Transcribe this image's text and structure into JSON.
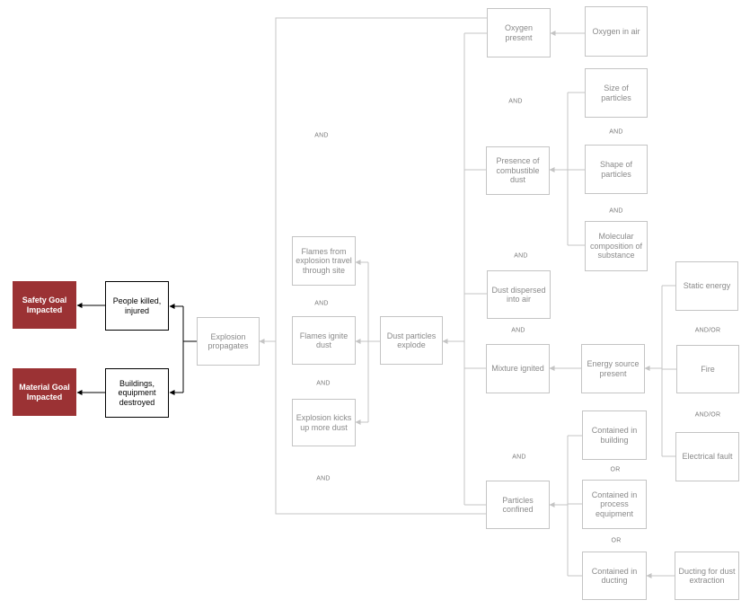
{
  "nodes": {
    "safety_goal": "Safety Goal\nImpacted",
    "material_goal": "Material Goal\nImpacted",
    "people_killed": "People killed,\ninjured",
    "buildings_destroyed": "Buildings,\nequipment\ndestroyed",
    "explosion_propagates": "Explosion\npropagates",
    "flames_travel": "Flames from\nexplosion travel\nthrough site",
    "flames_ignite": "Flames ignite\ndust",
    "explosion_kicks": "Explosion kicks\nup more dust",
    "dust_explode": "Dust particles\nexplode",
    "oxygen_present": "Oxygen\npresent",
    "oxygen_in_air": "Oxygen in air",
    "combustible_dust": "Presence of\ncombustible\ndust",
    "size_particles": "Size of\nparticles",
    "shape_particles": "Shape of\nparticles",
    "molecular_composition": "Molecular\ncomposition of\nsubstance",
    "dust_dispersed": "Dust dispersed\ninto air",
    "mixture_ignited": "Mixture ignited",
    "energy_source": "Energy source\npresent",
    "static_energy": "Static energy",
    "fire": "Fire",
    "electrical_fault": "Electrical fault",
    "particles_confined": "Particles\nconfined",
    "contained_building": "Contained in\nbuilding",
    "contained_process": "Contained in\nprocess\nequipment",
    "contained_ducting": "Contained in\nducting",
    "ducting_extraction": "Ducting for dust\nextraction"
  },
  "gate_labels": {
    "and_outer_top": "AND",
    "and_outer_bottom": "AND",
    "and_flames_1": "AND",
    "and_flames_2": "AND",
    "and_oxygen_dust": "AND",
    "and_size_shape": "AND",
    "and_shape_molecular": "AND",
    "and_dust_dispersed": "AND",
    "and_dispersed_mixture": "AND",
    "and_mixture_confined": "AND",
    "andor_static_fire": "AND/OR",
    "andor_fire_electrical": "AND/OR",
    "or_building_process": "OR",
    "or_process_ducting": "OR"
  },
  "colors": {
    "goal_fill": "#9b3234",
    "line_gray": "#c4c4c4",
    "line_black": "#000000"
  }
}
